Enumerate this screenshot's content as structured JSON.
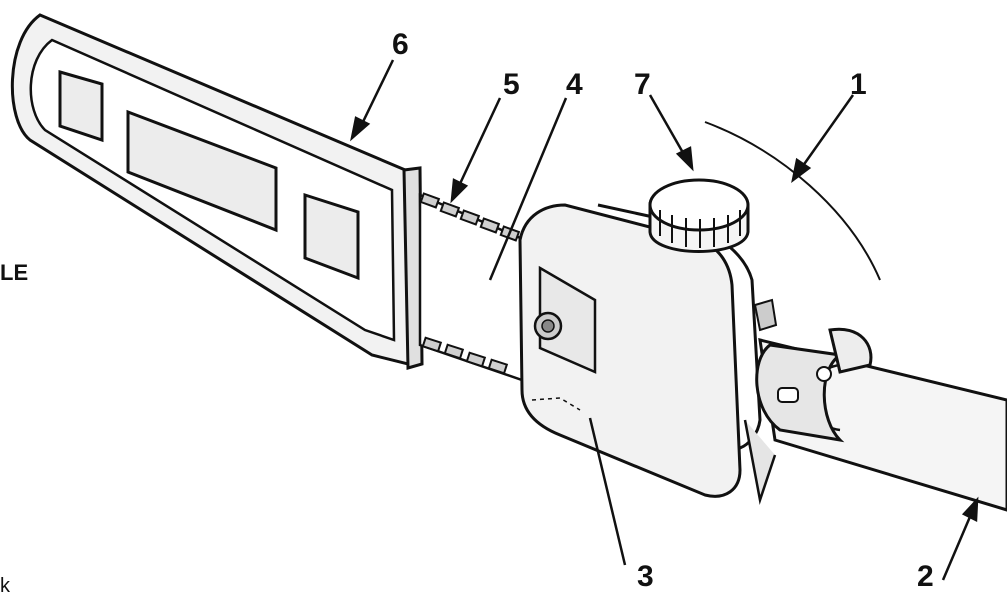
{
  "callouts": {
    "c1": "1",
    "c2": "2",
    "c3": "3",
    "c4": "4",
    "c5": "5",
    "c6": "6",
    "c7": "7"
  },
  "edge_text": {
    "left_mid": "LE",
    "left_bottom": "k"
  },
  "colors": {
    "line": "#111111",
    "fill_light": "#f2f2f2",
    "fill_mid": "#d9d9d9",
    "fill_dark": "#9a9a9a"
  }
}
